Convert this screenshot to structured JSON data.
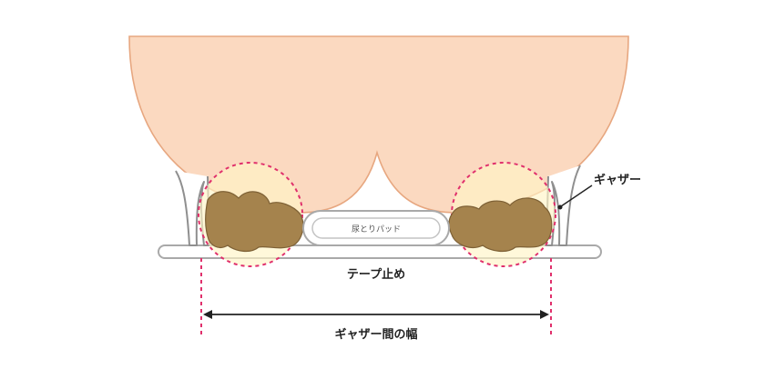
{
  "labels": {
    "pad": "尿とりパッド",
    "gather": "ギャザー",
    "tape": "テープ止め",
    "width": "ギャザー間の幅"
  },
  "colors": {
    "buttocks": "#fbd9c0",
    "buttocks_outline": "#e7a780",
    "soil": "#a5834d",
    "soil_outline": "#7d6035",
    "guide": "#e0306c",
    "pad_outline": "#a9a9a9",
    "highlight": "#fff5c6"
  }
}
